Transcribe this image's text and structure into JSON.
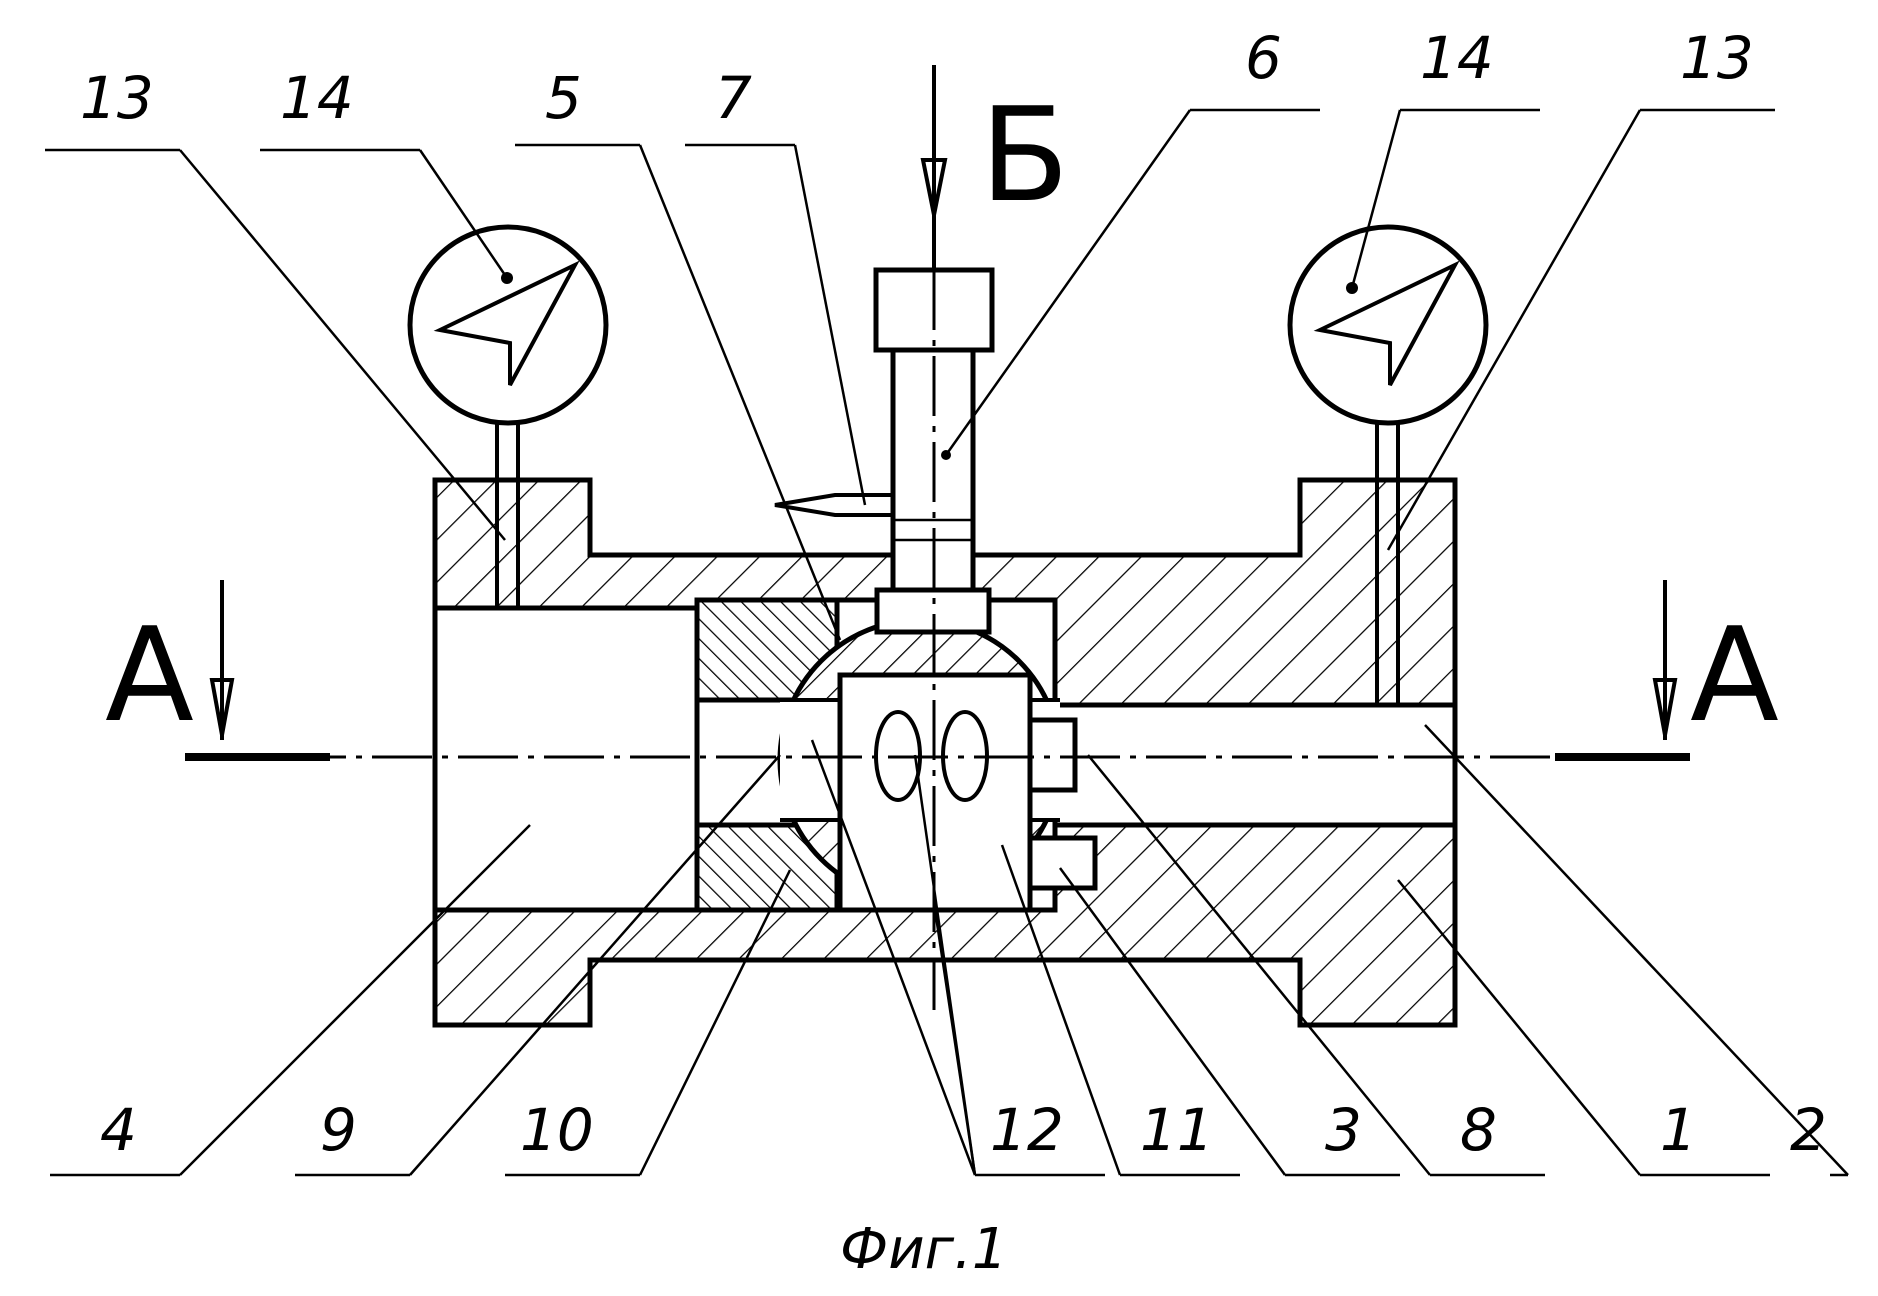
{
  "figure": {
    "caption": "Фиг.1",
    "section_label_left": "A",
    "section_label_right": "A",
    "view_label": "Б"
  },
  "callouts_top": [
    "13",
    "14",
    "5",
    "7",
    "6",
    "14",
    "13"
  ],
  "callouts_bottom": [
    "4",
    "9",
    "10",
    "12",
    "11",
    "3",
    "8",
    "1",
    "2"
  ],
  "parts": {
    "body": "1",
    "outlet_channel": "2",
    "ball_seat": "3",
    "inlet_channel": "4",
    "ball_plug": "5",
    "stem": "6",
    "stem_pin": "7",
    "ball_cavity": "8",
    "body_bottom": "9",
    "seal_ring": "10",
    "insert": "11",
    "orifices": "12",
    "gauge_tube": "13",
    "pressure_gauge": "14"
  }
}
